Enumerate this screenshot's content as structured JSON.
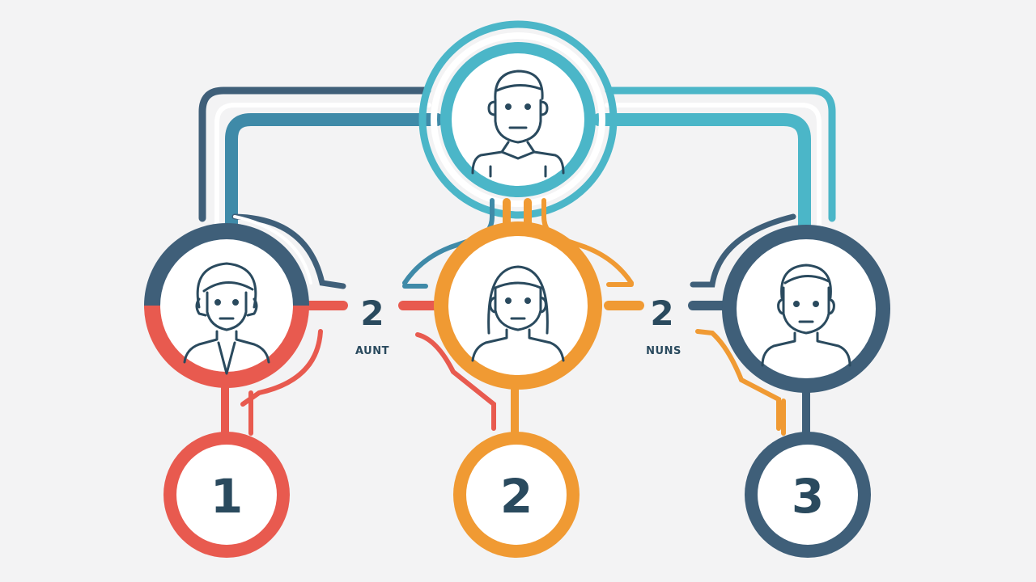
{
  "colors": {
    "background": "#f3f3f4",
    "teal": "#4bb6c8",
    "slate": "#3f5f79",
    "red": "#e85a4f",
    "orange": "#f09a33",
    "ink": "#2a4a5e"
  },
  "nodes": {
    "top": {
      "icon": "man-collar-icon",
      "color": "teal"
    },
    "left": {
      "icon": "woman-short-hair-icon",
      "color": "slate-red"
    },
    "center": {
      "icon": "woman-long-hair-icon",
      "color": "orange"
    },
    "right": {
      "icon": "man-icon",
      "color": "slate"
    }
  },
  "connectors": {
    "left": {
      "value": "2",
      "caption": "AUNT"
    },
    "right": {
      "value": "2",
      "caption": "NUNS"
    }
  },
  "numbered": [
    {
      "label": "1",
      "color": "red"
    },
    {
      "label": "2",
      "color": "orange"
    },
    {
      "label": "3",
      "color": "slate"
    }
  ]
}
